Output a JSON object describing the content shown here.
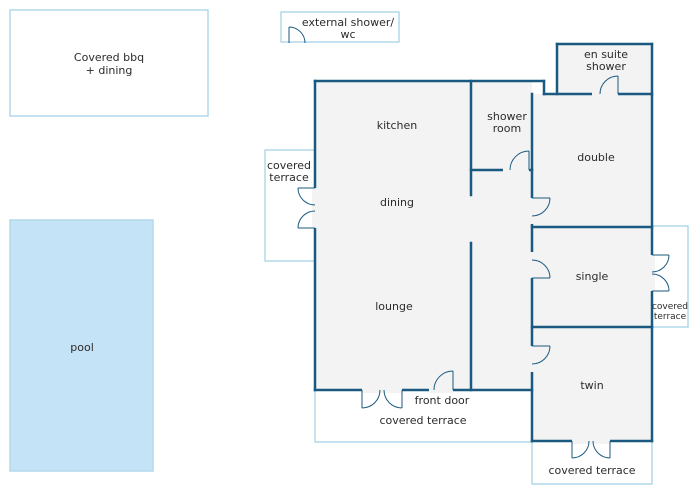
{
  "labels": {
    "covered_bbq": [
      "Covered bbq",
      "+ dining"
    ],
    "external_shower": [
      "external shower/",
      "wc"
    ],
    "en_suite": [
      "en suite",
      "shower"
    ],
    "kitchen": "kitchen",
    "shower_room": [
      "shower",
      "room"
    ],
    "double": "double",
    "covered_terrace_left": [
      "covered",
      "terrace"
    ],
    "dining": "dining",
    "single": "single",
    "covered_terrace_right": [
      "covered",
      "terrace"
    ],
    "lounge": "lounge",
    "pool": "pool",
    "twin": "twin",
    "front_door": "front door",
    "covered_terrace_front": "covered terrace",
    "covered_terrace_bottom": "covered terrace"
  },
  "colors": {
    "wall": "#1b5a80",
    "outline": "#b3d9ea",
    "floor": "#f3f3f3",
    "pool": "#c5e3f6"
  }
}
